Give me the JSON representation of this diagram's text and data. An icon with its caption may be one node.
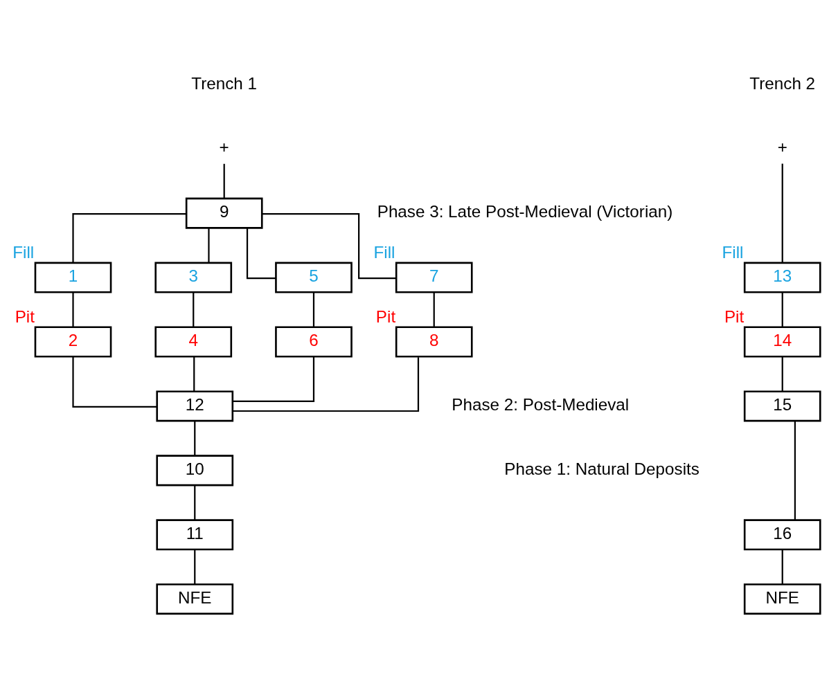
{
  "diagram": {
    "nodes": [
      {
        "text": [
          "+"
        ]
      },
      {
        "text": [
          "9"
        ]
      },
      {
        "text": [
          "1"
        ],
        "beside": [
          "Fill"
        ]
      },
      {
        "text": [
          "3"
        ]
      },
      {
        "text": [
          "5"
        ]
      },
      {
        "text": [
          "7"
        ],
        "beside": [
          "Fill"
        ]
      },
      {
        "text": [
          "2"
        ],
        "beside": [
          "Pit"
        ]
      },
      {
        "text": [
          "4"
        ]
      },
      {
        "text": [
          "6"
        ]
      },
      {
        "text": [
          "8"
        ],
        "beside": [
          "Pit"
        ]
      },
      {
        "text": [
          "12"
        ]
      },
      {
        "text": [
          "10"
        ]
      },
      {
        "text": [
          "11"
        ]
      },
      {
        "text": [
          "NFE"
        ]
      },
      {
        "text": [
          "+"
        ]
      },
      {
        "text": [
          "13"
        ],
        "beside": [
          "Fill"
        ]
      },
      {
        "text": [
          "14"
        ],
        "beside": [
          "Pit"
        ]
      },
      {
        "text": [
          "15"
        ]
      },
      {
        "text": [
          "16"
        ]
      },
      {
        "text": [
          "NFE"
        ]
      }
    ],
    "edges": [
      {
        "from": 0,
        "to": 1,
        "arrow": "none"
      },
      {
        "from": 1,
        "to": 2,
        "arrow": "none"
      },
      {
        "from": 1,
        "to": 3,
        "arrow": "none"
      },
      {
        "from": 1,
        "to": 4,
        "arrow": "none"
      },
      {
        "from": 1,
        "to": 5,
        "arrow": "none"
      },
      {
        "from": 2,
        "to": 6,
        "arrow": "none"
      },
      {
        "from": 3,
        "to": 7,
        "arrow": "none"
      },
      {
        "from": 4,
        "to": 8,
        "arrow": "none"
      },
      {
        "from": 5,
        "to": 9,
        "arrow": "none"
      },
      {
        "from": 6,
        "to": 10,
        "arrow": "none"
      },
      {
        "from": 7,
        "to": 10,
        "arrow": "none"
      },
      {
        "from": 8,
        "to": 10,
        "arrow": "none"
      },
      {
        "from": 9,
        "to": 10,
        "arrow": "none"
      },
      {
        "from": 10,
        "to": 11,
        "arrow": "none"
      },
      {
        "from": 11,
        "to": 12,
        "arrow": "none"
      },
      {
        "from": 12,
        "to": 13,
        "arrow": "none"
      },
      {
        "from": 14,
        "to": 15,
        "arrow": "none"
      },
      {
        "from": 15,
        "to": 16,
        "arrow": "none"
      },
      {
        "from": 16,
        "to": 17,
        "arrow": "none"
      },
      {
        "from": 17,
        "to": 18,
        "arrow": "none"
      },
      {
        "from": 18,
        "to": 19,
        "arrow": "none"
      }
    ],
    "labels": [
      "Trench 1",
      "Trench 2",
      "Phase 3: Late Post-Medieval (Victorian)",
      "Phase 2: Post-Medieval",
      "Phase 1: Natural Deposits"
    ]
  }
}
